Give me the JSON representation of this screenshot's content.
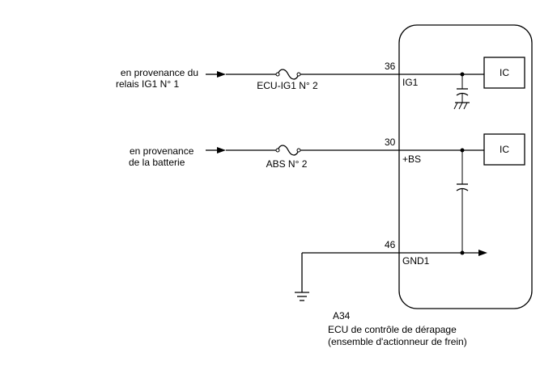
{
  "sources": {
    "ig1_relay": {
      "line1": "en provenance du",
      "line2": "relais IG1 N° 1"
    },
    "battery": {
      "line1": "en provenance",
      "line2": "de la batterie"
    }
  },
  "fuses": {
    "ecu_ig1": "ECU-IG1 N° 2",
    "abs": "ABS N° 2"
  },
  "pins": {
    "ig1": {
      "number": "36",
      "name": "IG1"
    },
    "bs": {
      "number": "30",
      "name": "+BS"
    },
    "gnd1": {
      "number": "46",
      "name": "GND1"
    }
  },
  "ic_blocks": {
    "top": "IC",
    "bottom": "IC"
  },
  "component": {
    "code": "A34",
    "name_line1": "ECU de contrôle de dérapage",
    "name_line2": "(ensemble d'actionneur de frein)"
  }
}
